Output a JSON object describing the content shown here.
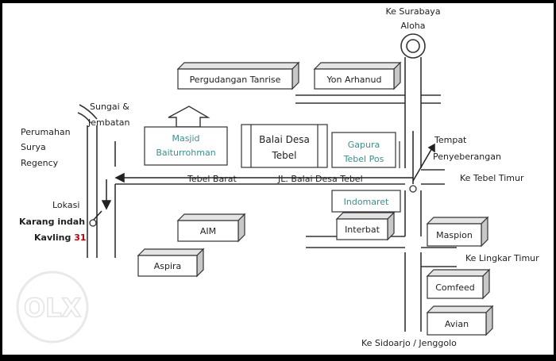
{
  "labels": {
    "ke_surabaya": "Ke Surabaya",
    "aloha": "Aloha",
    "sungai_jembatan_1": "Sungai &",
    "sungai_jembatan_2": "Jembatan",
    "perumahan_1": "Perumahan",
    "perumahan_2": "Surya",
    "perumahan_3": "Regency",
    "tempat_1": "Tempat",
    "tempat_2": "Penyeberangan",
    "ke_tebel_timur": "Ke Tebel Timur",
    "tebel_barat": "Tebel Barat",
    "jl_balai_desa": "JL. Balai Desa Tebel",
    "lokasi": "Lokasi",
    "karang_indah": "Karang indah",
    "kavling": "Kavling",
    "kavling_no": "31",
    "ke_lingkar_timur": "Ke Lingkar Timur",
    "ke_sidoarjo": "Ke Sidoarjo / Jenggolo"
  },
  "buildings": {
    "pergudangan": "Pergudangan Tanrise",
    "yon_arhanud": "Yon Arhanud",
    "masjid_1": "Masjid",
    "masjid_2": "Baiturrohman",
    "balai_1": "Balai Desa",
    "balai_2": "Tebel",
    "gapura_1": "Gapura",
    "gapura_2": "Tebel Pos",
    "indomaret": "Indomaret",
    "interbat": "Interbat",
    "aim": "AIM",
    "aspira": "Aspira",
    "maspion": "Maspion",
    "comfeed": "Comfeed",
    "avian": "Avian"
  },
  "watermark": "OLX",
  "colors": {
    "teal_text": "#3f8f8a",
    "red_text": "#c00000",
    "ink": "#222222",
    "box_side": "#c8c8c8",
    "box_top": "#e4e4e4"
  }
}
